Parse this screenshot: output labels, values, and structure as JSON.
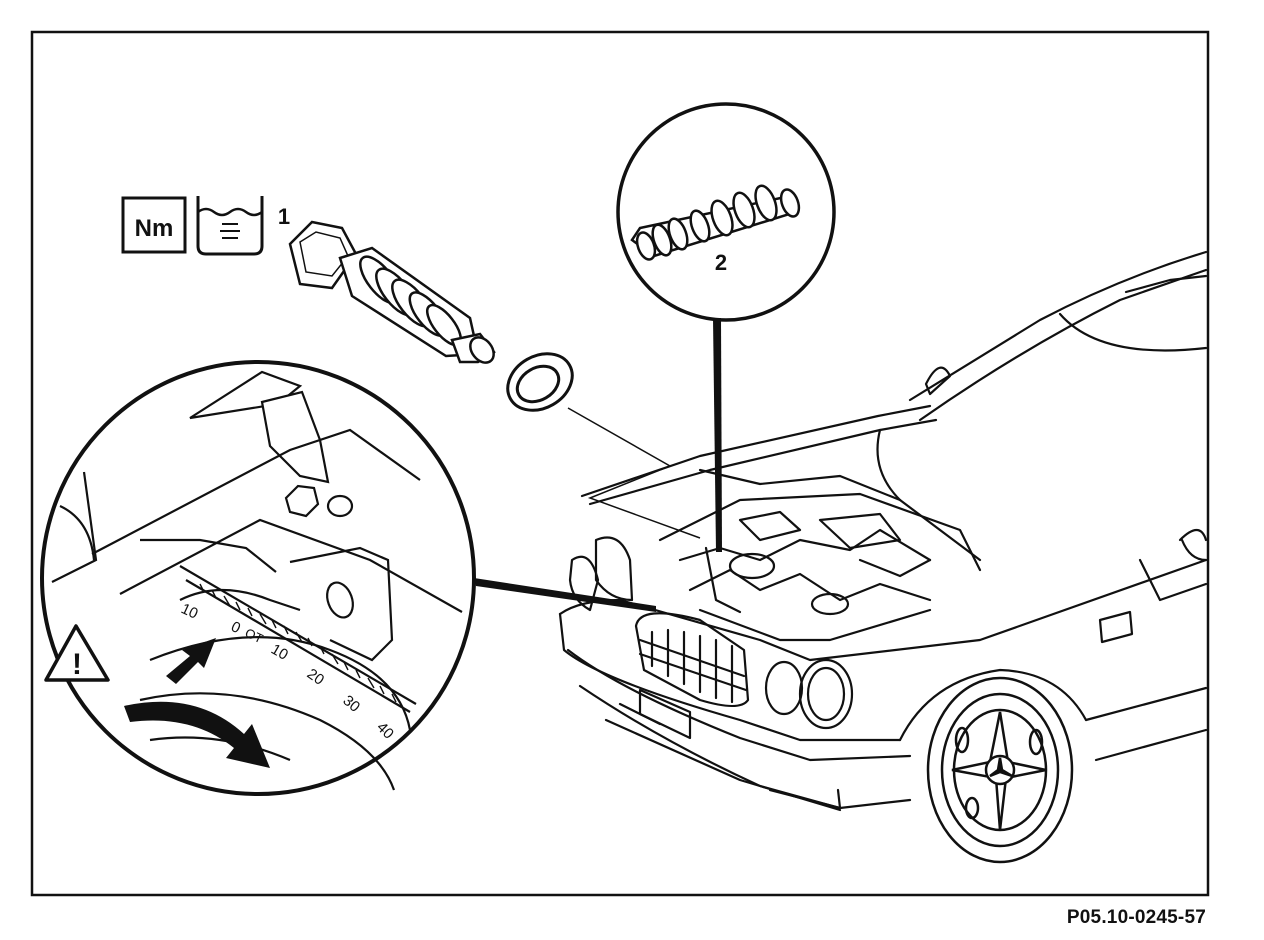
{
  "symbols": {
    "torque_label": "Nm",
    "part_1_label": "1",
    "part_2_label": "2",
    "warning_glyph": "!"
  },
  "scale": {
    "marks": [
      "10",
      "0",
      "10",
      "20",
      "30",
      "40"
    ],
    "tdc_label": "OT"
  },
  "figure_code": "P05.10-0245-57",
  "colors": {
    "line": "#111111",
    "background": "#ffffff"
  },
  "icons": [
    "torque-nm-icon",
    "fluid-container-icon",
    "warning-triangle-icon"
  ]
}
